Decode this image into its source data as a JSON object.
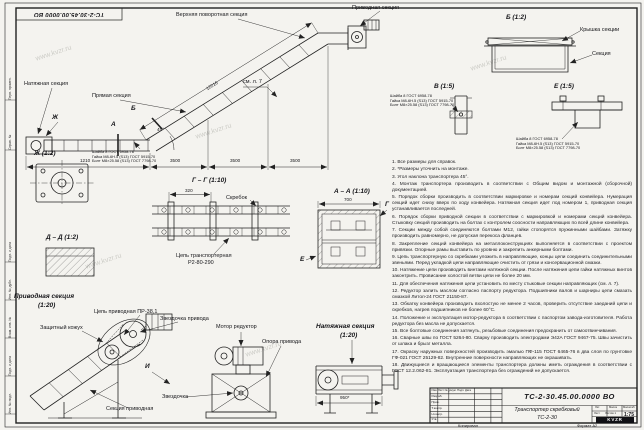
{
  "doc": {
    "number": "ТС-2-30.45.00.0000 ВО",
    "watermark": "www.kvzr.ru",
    "kopiroval": "Копировал",
    "format": "Формат А2"
  },
  "margin_labels": [
    "Перв. примен.",
    "Справ. №",
    "Подп. и дата",
    "Инв. № дубл.",
    "Взам. инв. №",
    "Подп. и дата",
    "Инв. № подл."
  ],
  "labels": {
    "upper_turn": "Верхняя поворотная секция",
    "drive_top": "Приводная секция",
    "tension": "Натяжная секция",
    "straight": "Прямая секция",
    "see_sheet": "см. л. 7",
    "cover": "Крышка секции",
    "section": "Секция",
    "scraper": "Скребок",
    "chain1": "Цепь транспортерная",
    "chain2": "Р2-80-290",
    "drive_chain": "Цепь приводная ПР-38,1",
    "drive_sprocket": "Звездочка привода",
    "motor": "Мотор редуктор",
    "guard": "Защитный кожух",
    "support": "Опора привода",
    "sprocket": "Звездочка",
    "drive_section": "Секция приводная"
  },
  "view_titles": {
    "b": "Б (1:2)",
    "v": "В (1:5)",
    "e": "Е (1:5)",
    "zh": "Ж (1:2)",
    "dd": "Д – Д (1:2)",
    "gg": "Г – Г (1:10)",
    "aa": "А – А (1:10)",
    "drive": "Приводная секция",
    "drive_scale": "(1:20)",
    "tension": "Натяжная секция",
    "tension_scale": "(1:20)"
  },
  "markers": {
    "a": "А",
    "b": "Б",
    "zh": "Ж",
    "i": "И",
    "e": "Е",
    "g": "Г"
  },
  "dims": {
    "incline": "12216",
    "run": [
      "1210",
      "3500",
      "3500",
      "3500"
    ],
    "angle": "45°",
    "gg": "320",
    "aa": "700",
    "tension": "950*"
  },
  "hardware": {
    "line1": "Шайба 8 ГОСТ 6958-78",
    "line2": "Гайка М8-6Н.5 (S13) ГОСТ 5915-70",
    "line3": "Болт М8×25.58 (S13) ГОСТ 7798-70"
  },
  "notes": [
    "1. Все размеры для справок.",
    "2. *Размеры уточнить на монтаже.",
    "3. Угол наклона транспортера 45°.",
    "4. Монтаж транспортера производить в соответствии с Общим видом и монтажной (сборочной) документацией.",
    "5. Порядок сборки производить в соответствии маркировке и номерам секций конвейера. Нумерация секций идет снизу вверх по ходу конвейера. Натяжная секция идет под номером 1, приводная секция устанавливается последней.",
    "6. Порядок сборки приводной секции в соответствии с маркировкой и номерами секций конвейера. Стыковку секций производить на болтах с контролем соосности направляющих по всей длине конвейера.",
    "7. Секции между собой соединяются болтами М12, гайки стопорятся пружинными шайбами. Затяжку производить равномерно, не допуская перекоса фланцев.",
    "8. Закрепление секций конвейера на металлоконструкциях выполняется в соответствии с проектом привязки. Опорные рамы выставить по уровню и закрепить анкерными болтами.",
    "9. Цепь транспортерную со скребками уложить в направляющие, концы цепи соединить соединительными звеньями. Перед укладкой цепи направляющие очистить от грязи и консервационной смазки.",
    "10. Натяжение цепи производить винтами натяжной секции. После натяжения цепи гайки натяжных винтов законтрить. Провисание холостой ветви цепи не более 20 мм.",
    "11. Для обеспечения натяжения цепи установить по месту стыковые секции направляющих (см. л. 7).",
    "12. Редуктор залить маслом согласно паспорту редуктора. Подшипники валов и шарниры цепи смазать смазкой Литол-24 ГОСТ 21150-87.",
    "13. Обкатку конвейера производить вхолостую не менее 2 часов, проверить отсутствие заеданий цепи и скребков, нагрев подшипников не более 60°С.",
    "14. Положение и эксплуатация мотор-редуктора в соответствии с паспортом завода-изготовителя. Работа редуктора без масла не допускается.",
    "15. Все болтовые соединения затянуть, резьбовые соединения предохранить от самоотвинчивания.",
    "16. Сварные швы по ГОСТ 5264-80. Сварку производить электродами Э42А ГОСТ 9467-75. Швы зачистить от шлака и брызг металла.",
    "17. Окраску наружных поверхностей производить эмалью ПФ-115 ГОСТ 6465-76 в два слоя по грунтовке ГФ-021 ГОСТ 25129-82. Внутренние поверхности направляющих не окрашивать.",
    "18. Движущиеся и вращающиеся элементы транспортера должны иметь ограждения в соответствии с ГОСТ 12.2.062-81. Эксплуатация транспортера без ограждений не допускается."
  ],
  "titleblock": {
    "doc_number": "ТС-2-30.45.00.0000 ВО",
    "name1": "Транспортер скребковый",
    "name2": "ТС-2-30",
    "header": "Изм. Лист  № докум.  Подп.  Дата",
    "roles": [
      "Разраб.",
      "Пров.",
      "Т.контр.",
      "Н.контр.",
      "Утв."
    ],
    "lit": "Лит.",
    "mass": "Масса",
    "scale_label": "Масштаб",
    "scale_value": "1:75",
    "sheet": "Лист",
    "sheets": "Листов 1",
    "logo": "KVZR"
  }
}
